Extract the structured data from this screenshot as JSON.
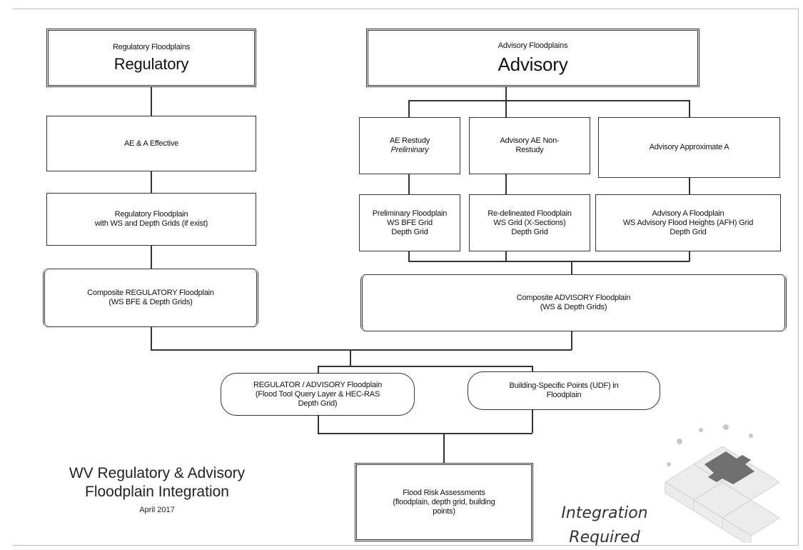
{
  "boxes": {
    "regulatory_header": {
      "small": "Regulatory Floodplains",
      "big": "Regulatory"
    },
    "advisory_header": {
      "small": "Advisory Floodplains",
      "big": "Advisory"
    },
    "ae_effective": "AE &  A Effective",
    "regulatory_floodplain": [
      "Regulatory Floodplain",
      "with WS and Depth Grids (if exist)"
    ],
    "composite_regulatory": [
      "Composite REGULATORY Floodplain",
      "(WS BFE & Depth Grids)"
    ],
    "ae_restudy": [
      "AE Restudy",
      "Preliminary"
    ],
    "advisory_ae_nonrestudy": [
      "Advisory AE Non-",
      "Restudy"
    ],
    "advisory_approx_a": "Advisory Approximate A",
    "preliminary_floodplain": [
      "Preliminary Floodplain",
      "WS BFE Grid",
      "Depth Grid"
    ],
    "redelineated_floodplain": [
      "Re-delineated Floodplain",
      "WS Grid (X-Sections)",
      "Depth Grid"
    ],
    "advisory_a_floodplain": [
      "Advisory A Floodplain",
      "WS Advisory Flood Heights (AFH) Grid",
      "Depth Grid"
    ],
    "composite_advisory": [
      "Composite ADVISORY Floodplain",
      "(WS & Depth Grids)"
    ],
    "regulator_advisory": [
      "REGULATOR / ADVISORY Floodplain",
      "(Flood Tool Query Layer & HEC-RAS",
      "Depth Grid)"
    ],
    "building_points": [
      "Building-Specific Points (UDF) in",
      "Floodplain"
    ],
    "flood_risk": [
      "Flood Risk Assessments",
      "(floodplain, depth grid, building",
      "points)"
    ]
  },
  "title": {
    "line1": "WV Regulatory & Advisory",
    "line2": "Floodplain Integration",
    "date": "April 2017"
  },
  "integration": {
    "line1": "Integration",
    "line2": "Required"
  },
  "colors": {
    "line": "#333333",
    "puzzle_dark": "#6f6f6f",
    "puzzle_light": "#e4e4e4"
  }
}
